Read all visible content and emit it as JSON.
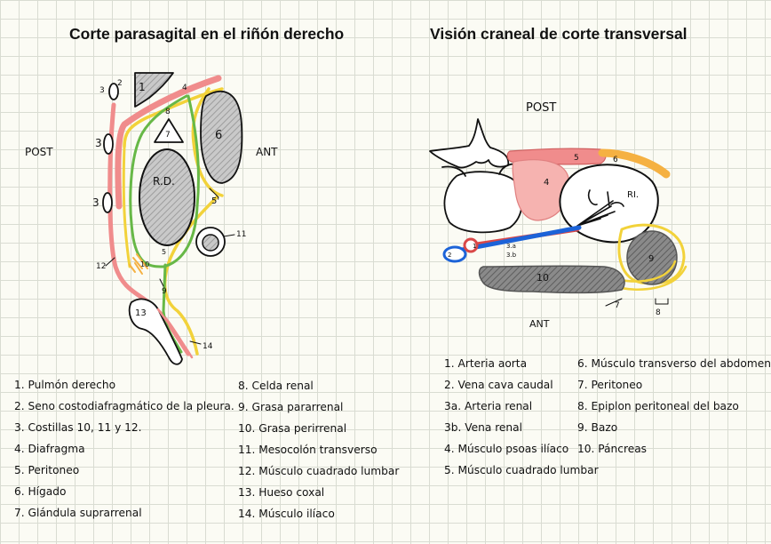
{
  "titles": {
    "left": "Corte parasagital en el riñón derecho",
    "right": "Visión craneal de corte transversal"
  },
  "left_diagram": {
    "post": "POST",
    "ant": "ANT",
    "kidney": "R.D.",
    "labels": [
      "1",
      "2",
      "3",
      "3",
      "3",
      "4",
      "5",
      "5'",
      "6",
      "7",
      "8",
      "9",
      "10",
      "11",
      "12",
      "13",
      "14"
    ]
  },
  "right_diagram": {
    "post": "POST",
    "ant": "ANT",
    "kidney": "RI.",
    "labels": [
      "1",
      "2",
      "3.a",
      "3.b",
      "4",
      "5",
      "6",
      "7",
      "8",
      "9",
      "10"
    ]
  },
  "legend_left_col1": [
    "1. Pulmón derecho",
    "2. Seno costodiafragmático de la pleura.",
    "3. Costillas  10, 11 y 12.",
    "4. Diafragma",
    "5. Peritoneo",
    "6. Hígado",
    "7. Glándula suprarrenal"
  ],
  "legend_left_col2": [
    "8. Celda renal",
    "9. Grasa pararrenal",
    "10. Grasa perirrenal",
    "11. Mesocolón transverso",
    "12. Músculo cuadrado lumbar",
    "13. Hueso coxal",
    "14. Músculo ilíaco"
  ],
  "legend_right_col1": [
    "1. Arteria aorta",
    "2. Vena cava caudal",
    "3a. Arteria renal",
    "3b. Vena renal",
    "4. Músculo psoas ilíaco",
    "5. Músculo cuadrado lumbar"
  ],
  "legend_right_col2": [
    "6. Músculo transverso del abdomen",
    "7. Peritoneo",
    "8. Epiplon peritoneal del bazo",
    "9. Bazo",
    "10. Páncreas"
  ],
  "colors": {
    "red_band": "#f08c8c",
    "yellow_band": "#f2d23a",
    "green_band": "#67b847",
    "orange_band": "#f5b142",
    "blue_vessel": "#1c63d8",
    "red_vessel": "#d94848",
    "gray_fill": "#b8b8b8",
    "dark_gray_fill": "#7a7a7a"
  }
}
